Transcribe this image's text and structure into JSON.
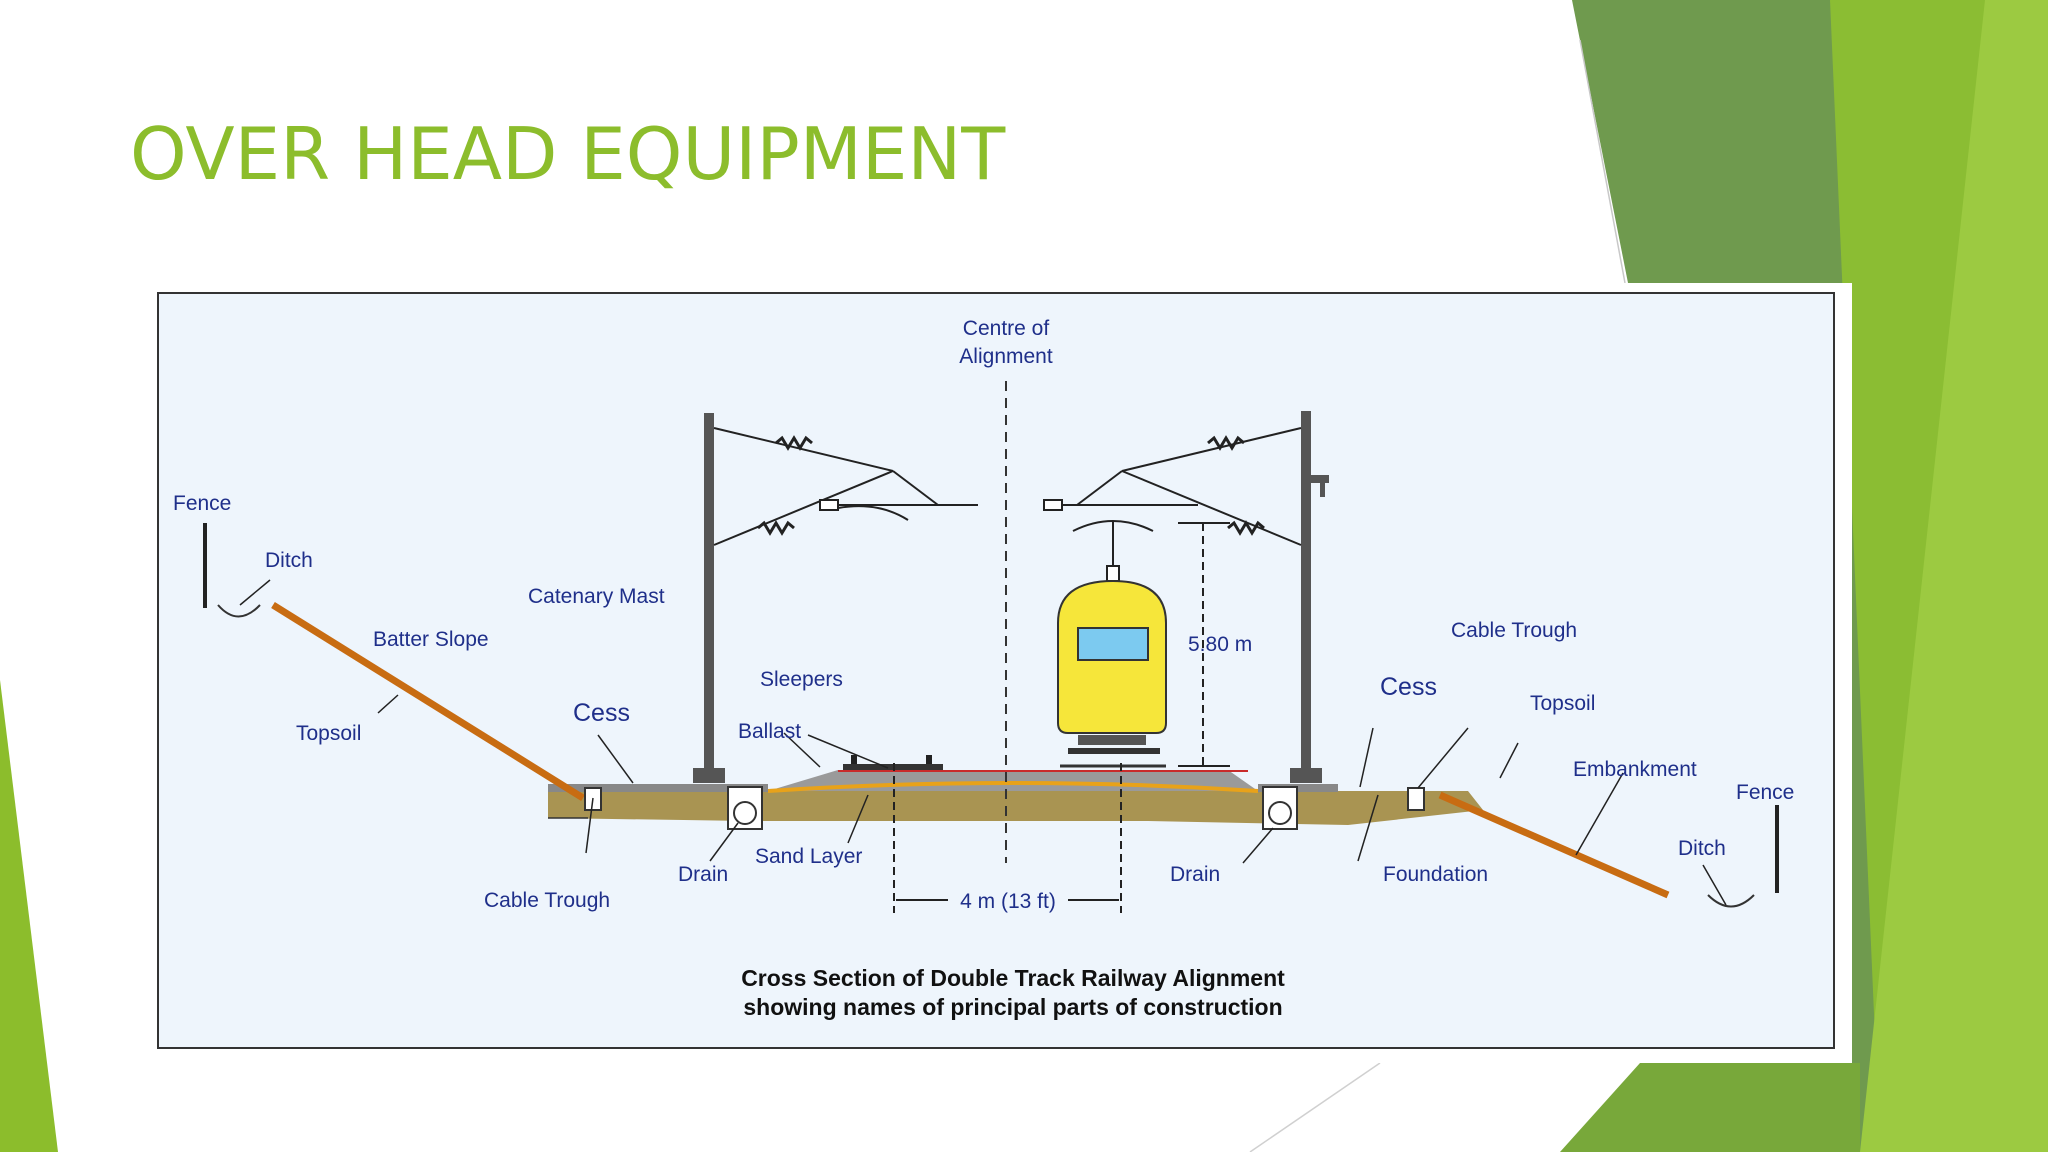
{
  "slide": {
    "title": "OVER HEAD EQUIPMENT",
    "accent_color": "#8cbd2c"
  },
  "diagram": {
    "background_color": "#eef5fc",
    "label_color": "#1f2f8a",
    "centre_label_line1": "Centre of",
    "centre_label_line2": "Alignment",
    "left": {
      "fence": "Fence",
      "ditch": "Ditch",
      "catenary_mast": "Catenary Mast",
      "batter_slope": "Batter Slope",
      "topsoil": "Topsoil",
      "cess": "Cess",
      "sleepers": "Sleepers",
      "ballast": "Ballast",
      "cable_trough": "Cable Trough",
      "drain": "Drain",
      "sand_layer": "Sand Layer"
    },
    "right": {
      "height_dimension": "5.80 m",
      "cable_trough": "Cable Trough",
      "cess": "Cess",
      "topsoil": "Topsoil",
      "embankment": "Embankment",
      "fence": "Fence",
      "ditch": "Ditch",
      "drain": "Drain",
      "foundation": "Foundation"
    },
    "track_spacing": "4 m (13 ft)",
    "caption_line1": "Cross Section of Double Track Railway Alignment",
    "caption_line2": "showing names of principal parts of construction"
  }
}
